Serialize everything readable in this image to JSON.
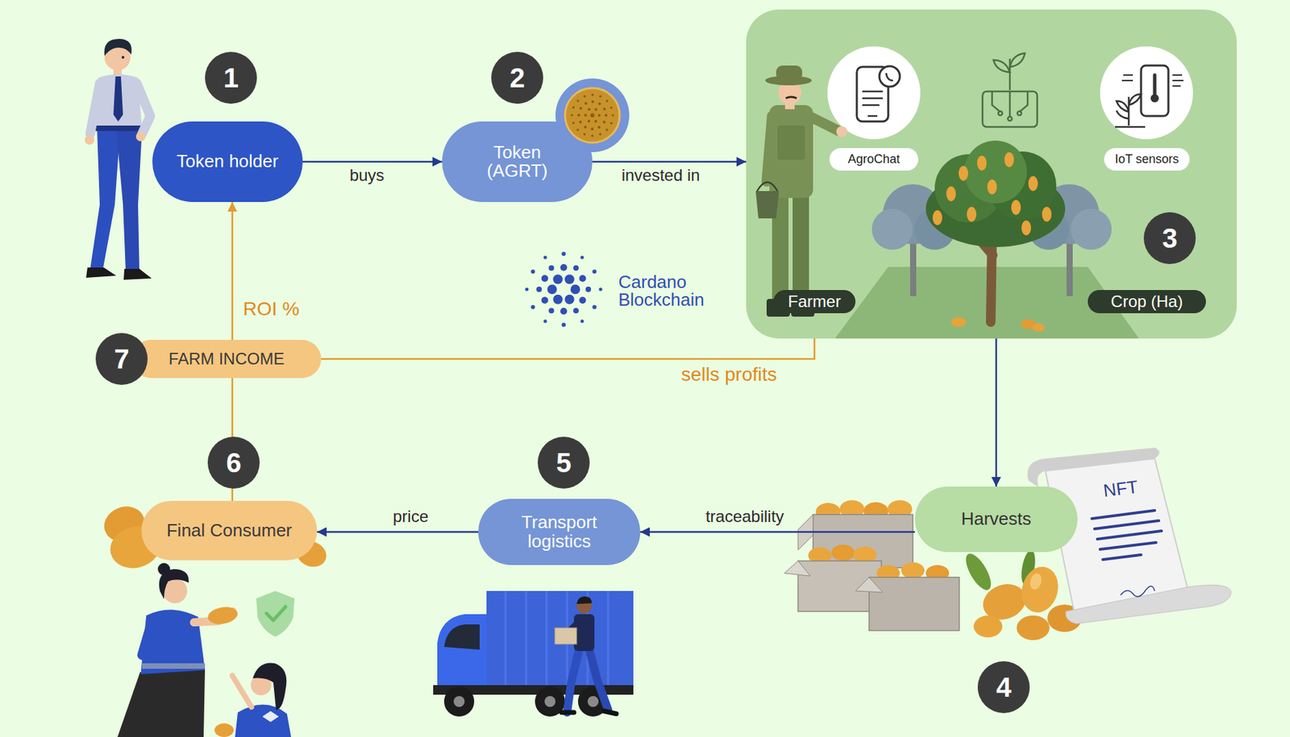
{
  "diagram": {
    "nodes": [
      {
        "text": [
          "Token holder"
        ]
      },
      {
        "text": [
          "Token (AGRT)"
        ]
      },
      {
        "text": [
          "3"
        ]
      },
      {
        "text": [
          "AgroChat"
        ],
        "in": 2
      },
      {
        "text": [
          "IoT sensors"
        ],
        "in": 2
      },
      {
        "text": [
          "Farmer"
        ],
        "in": 2
      },
      {
        "text": [
          "Crop (Ha)"
        ],
        "in": 2
      },
      {
        "text": [
          "FARM INCOME"
        ]
      },
      {
        "text": [
          "Final Consumer"
        ]
      },
      {
        "text": [
          "Transport logistics"
        ]
      },
      {
        "text": [
          "Harvests"
        ]
      }
    ],
    "edges": [
      {
        "from": 0,
        "to": 1,
        "label": "buys",
        "arrow": "to"
      },
      {
        "from": 1,
        "to": 2,
        "label": "invested in",
        "arrow": "to"
      },
      {
        "from": 2,
        "to": 10,
        "arrow": "to"
      },
      {
        "from": 10,
        "to": 9,
        "label": "traceability",
        "arrow": "to"
      },
      {
        "from": 9,
        "to": 8,
        "label": "price",
        "arrow": "to"
      },
      {
        "from": 8,
        "to": 7,
        "arrow": "none"
      },
      {
        "from": 7,
        "to": 0,
        "label": "ROI %",
        "arrow": "to"
      },
      {
        "from": 7,
        "to": 5,
        "label": "sells profits",
        "arrow": "to"
      }
    ],
    "labels": [
      "1",
      "2",
      "4",
      "5",
      "6",
      "7",
      "Cardano Blockchain",
      "NFT"
    ]
  }
}
